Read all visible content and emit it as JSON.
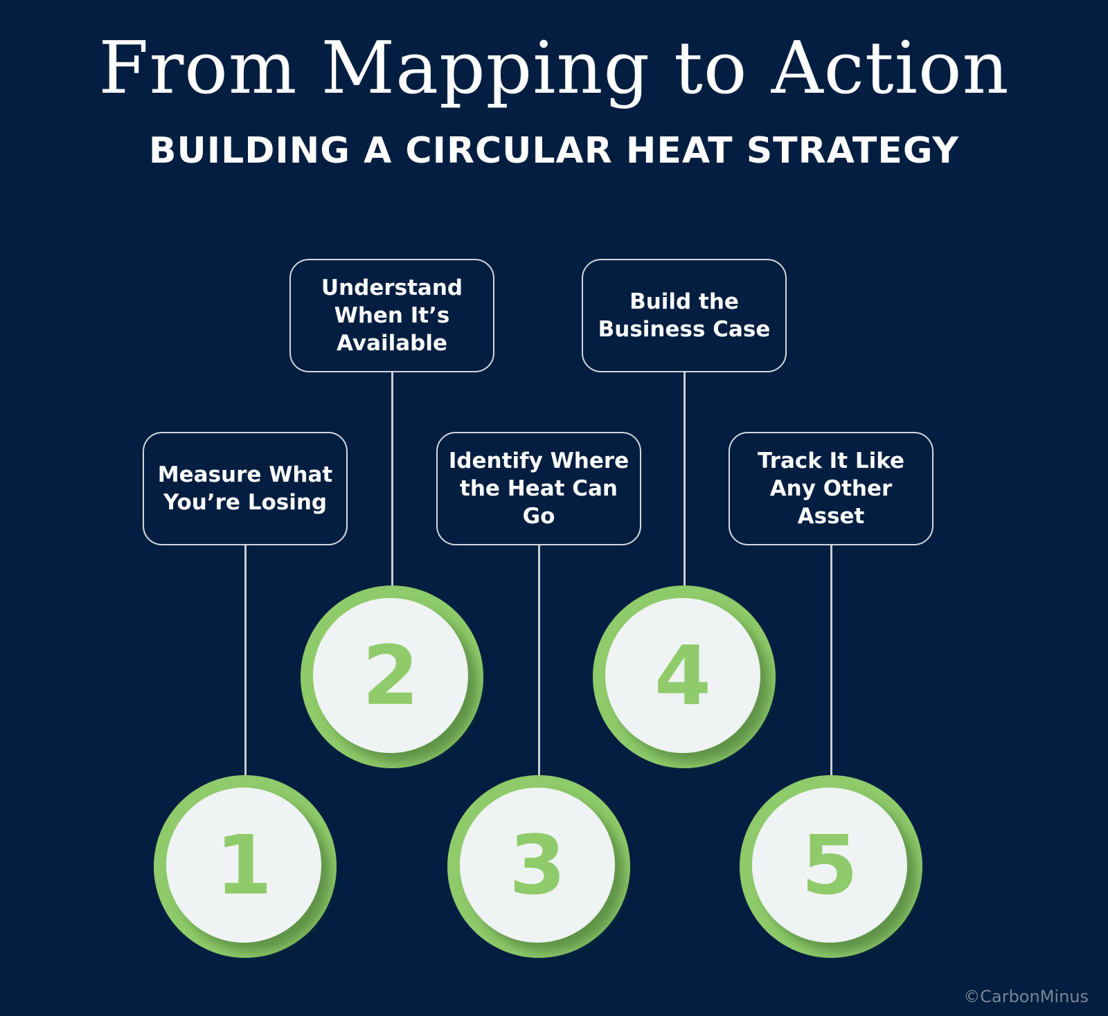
{
  "title": "From Mapping to Action",
  "subtitle": "BUILDING A CIRCULAR HEAT STRATEGY",
  "steps": [
    {
      "number": "1",
      "label": "Measure What You’re Losing"
    },
    {
      "number": "2",
      "label": "Understand When It’s Available"
    },
    {
      "number": "3",
      "label": "Identify Where the Heat Can Go"
    },
    {
      "number": "4",
      "label": "Build the Business Case"
    },
    {
      "number": "5",
      "label": "Track It Like Any Other Asset"
    }
  ],
  "copyright": "©CarbonMinus",
  "colors": {
    "background": "#031e40",
    "accent": "#8fcb6a",
    "circle_fill": "#eff3f3"
  }
}
